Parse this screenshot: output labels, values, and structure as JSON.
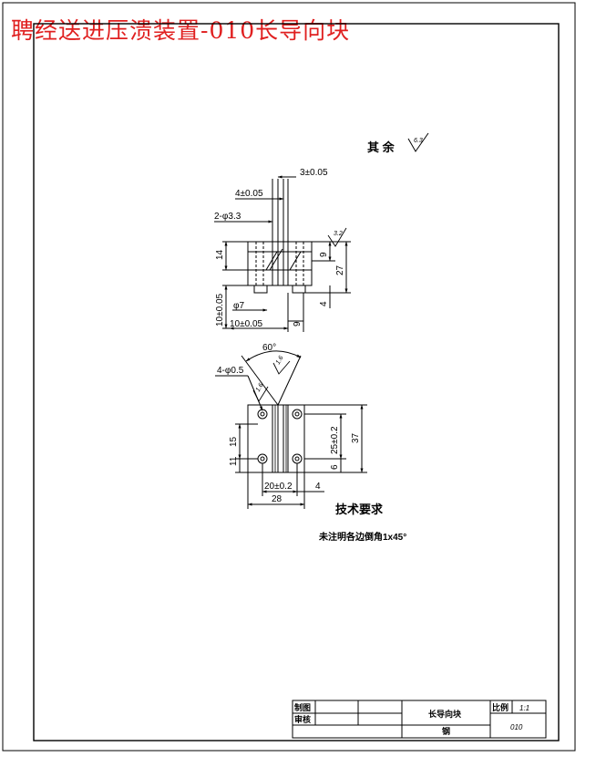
{
  "banner_title": "聘经送进压溃装置-010长导向块",
  "roughness": {
    "rest_label": "其 余",
    "rest_value": "6.3",
    "side_value": "3.2",
    "angle_value": "1.6",
    "hole_value": "1.6"
  },
  "front_view": {
    "dim_3": "3±0.05",
    "dim_4": "4±0.05",
    "dim_holes": "2-φ3.3",
    "dim_14": "14",
    "dim_9": "9",
    "dim_27": "27",
    "dim_4b": "4",
    "dim_phi7": "φ7",
    "dim_10v": "10±0.05",
    "dim_10h": "10±0.05",
    "dim_9b": "9"
  },
  "top_view": {
    "angle": "60°",
    "holes": "4-φ0.5",
    "dim_15": "15",
    "dim_11": "11",
    "dim_25": "25±0.2",
    "dim_37": "37",
    "dim_6": "6",
    "dim_20": "20±0.2",
    "dim_4": "4",
    "dim_28": "28"
  },
  "notes": {
    "heading": "技术要求",
    "line1": "未注明各边倒角1x45°"
  },
  "title_block": {
    "drawn_label": "制图",
    "checked_label": "审核",
    "part_name": "长导向块",
    "material": "钢",
    "scale_label": "比例",
    "scale_value": "1:1",
    "drawing_no": "010"
  }
}
